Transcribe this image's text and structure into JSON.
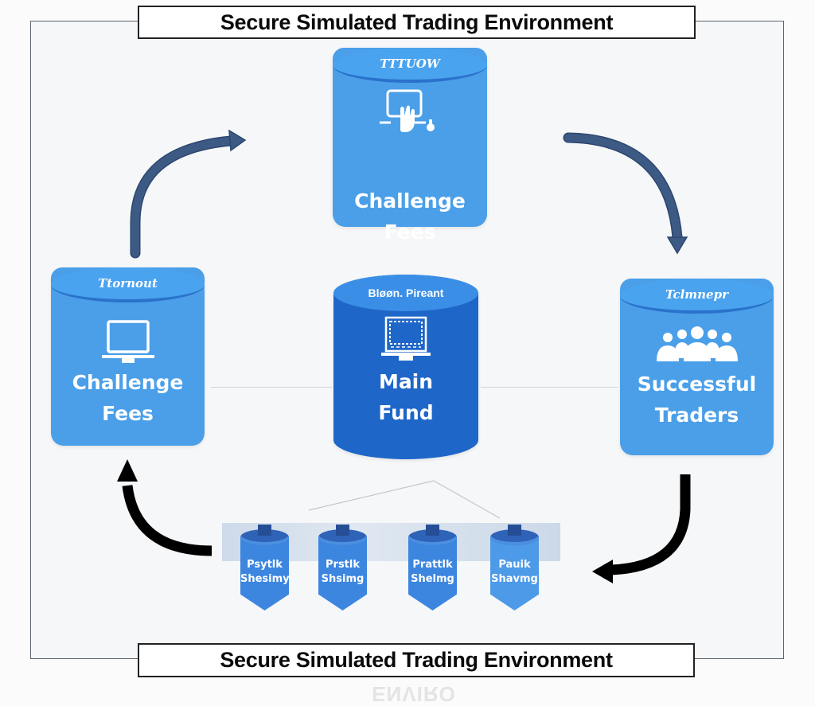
{
  "diagram": {
    "title_top": "Secure Simulated Trading Environment",
    "title_bottom": "Secure Simulated Trading Environment",
    "mirrored_ghost_text": "ENVIRO",
    "colors": {
      "node_blue": "#4a9fe8",
      "center_blue": "#1f66c9",
      "arrow_navy": "#3d5a85",
      "arrow_black": "#000000"
    },
    "nodes": {
      "top": {
        "cap_text": "TTTUOW",
        "label_line1": "Challenge",
        "label_line2": "Fees",
        "icon": "touch-screen-icon"
      },
      "left": {
        "cap_text": "Ttornout",
        "label_line1": "Challenge",
        "label_line2": "Fees",
        "icon": "monitor-icon"
      },
      "center": {
        "cap_text": "Bløøn. Pireant",
        "label_line1": "Main",
        "label_line2": "Fund",
        "icon": "desktop-monitor-icon"
      },
      "right": {
        "cap_text": "Tclmnepr",
        "label_line1": "Successful",
        "label_line2": "Traders",
        "icon": "people-group-icon"
      }
    },
    "profit_sharing": [
      {
        "line1": "Psytlk",
        "line2": "Shesimy"
      },
      {
        "line1": "Prstlk",
        "line2": "Shsimg"
      },
      {
        "line1": "Prattlk",
        "line2": "Shelmg"
      },
      {
        "line1": "Pauik",
        "line2": "Shavmg"
      }
    ],
    "arrows": [
      {
        "from": "left",
        "to": "top",
        "style": "navy-curved"
      },
      {
        "from": "top",
        "to": "right",
        "style": "navy-curved"
      },
      {
        "from": "right",
        "to": "profit_sharing",
        "style": "black-curved"
      },
      {
        "from": "profit_sharing",
        "to": "left",
        "style": "black-curved"
      }
    ]
  }
}
